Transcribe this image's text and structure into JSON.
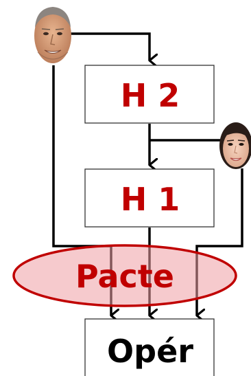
{
  "diagram": {
    "boxes": {
      "h2": {
        "label": "H 2"
      },
      "h1": {
        "label": "H 1"
      },
      "oper": {
        "label": "Opér"
      }
    },
    "ellipse": {
      "label": "Pacte"
    },
    "avatars": {
      "man": {
        "icon": "man-face-photo"
      },
      "woman": {
        "icon": "woman-face-photo"
      }
    },
    "colors": {
      "box_label_red": "#c00000",
      "box_label_black": "#000000",
      "ellipse_fill": "#f3c5c8",
      "ellipse_stroke": "#c00000",
      "arrow": "#000000"
    }
  }
}
